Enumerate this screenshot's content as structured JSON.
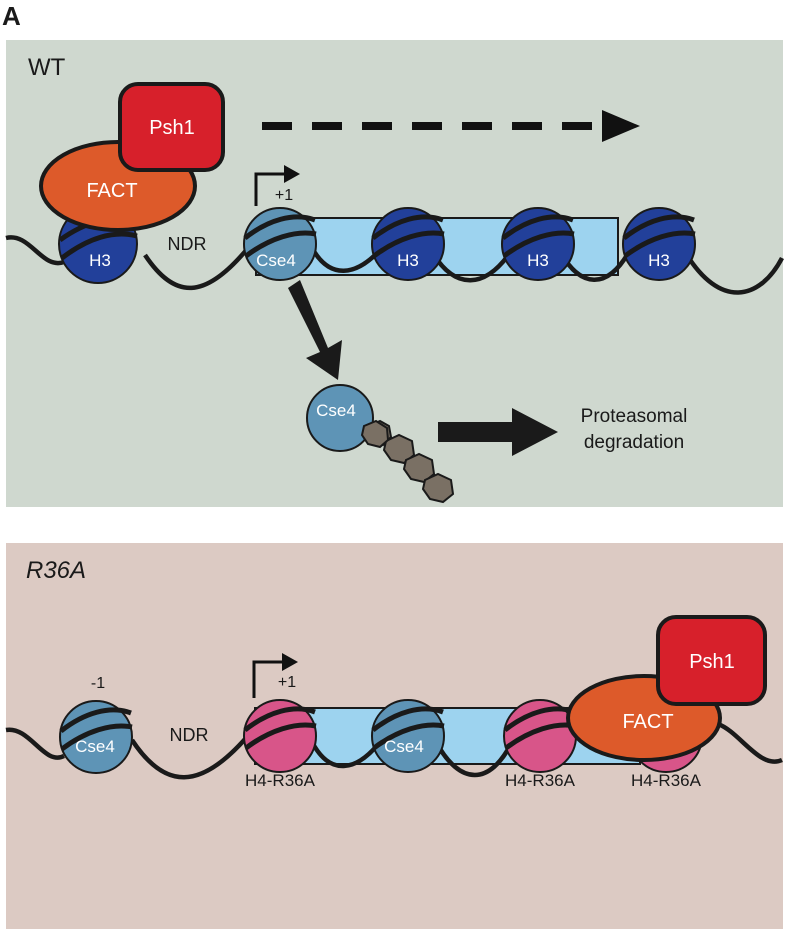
{
  "figure_label": "A",
  "panels": {
    "wt": {
      "title": "WT",
      "psh1": "Psh1",
      "fact": "FACT",
      "ndr": "NDR",
      "tss_plus1": "+1",
      "nucleosomes": [
        "H3",
        "Cse4",
        "H3",
        "H3",
        "H3"
      ],
      "free_cse4": "Cse4",
      "degradation_line1": "Proteasomal",
      "degradation_line2": "degradation",
      "colors": {
        "background": "#cfd8cf",
        "h3": "#22409a",
        "cse4": "#5e94b6",
        "transcribed": "#9dd3ef",
        "psh1": "#d7202b",
        "fact": "#dd5a2a",
        "ubiquitin": "#7a7064"
      }
    },
    "r36a": {
      "title": "R36A",
      "psh1": "Psh1",
      "fact": "FACT",
      "ndr": "NDR",
      "minus1": "-1",
      "tss_plus1": "+1",
      "nucleosomes": [
        "Cse4",
        "",
        "Cse4",
        "",
        ""
      ],
      "h4_labels": [
        "H4-R36A",
        "H4-R36A",
        "H4-R36A"
      ],
      "colors": {
        "background": "#dccac3",
        "h4_r36a": "#d85589",
        "cse4": "#5e94b6",
        "transcribed": "#9dd3ef",
        "psh1": "#d7202b",
        "fact": "#dd5a2a"
      }
    }
  }
}
